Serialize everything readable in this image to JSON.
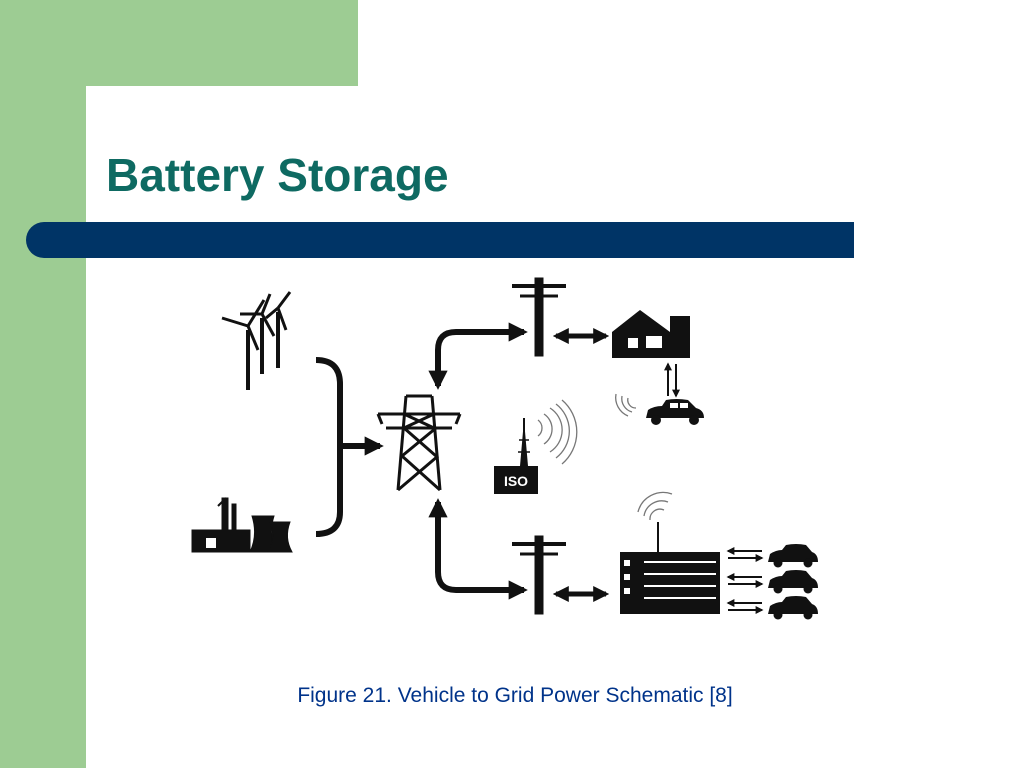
{
  "slide": {
    "title": "Battery Storage",
    "caption": "Figure 21. Vehicle to Grid Power Schematic [8]"
  },
  "diagram": {
    "iso_label": "ISO",
    "nodes": [
      "wind-turbines",
      "power-plant",
      "transmission-tower",
      "utility-pole-top",
      "utility-pole-bottom",
      "house",
      "car",
      "iso-tower",
      "parking-garage",
      "cars"
    ]
  },
  "colors": {
    "accent_green": "#9dcc93",
    "bar_navy": "#003466",
    "title_teal": "#0e6a62",
    "caption_blue": "#00338a"
  }
}
